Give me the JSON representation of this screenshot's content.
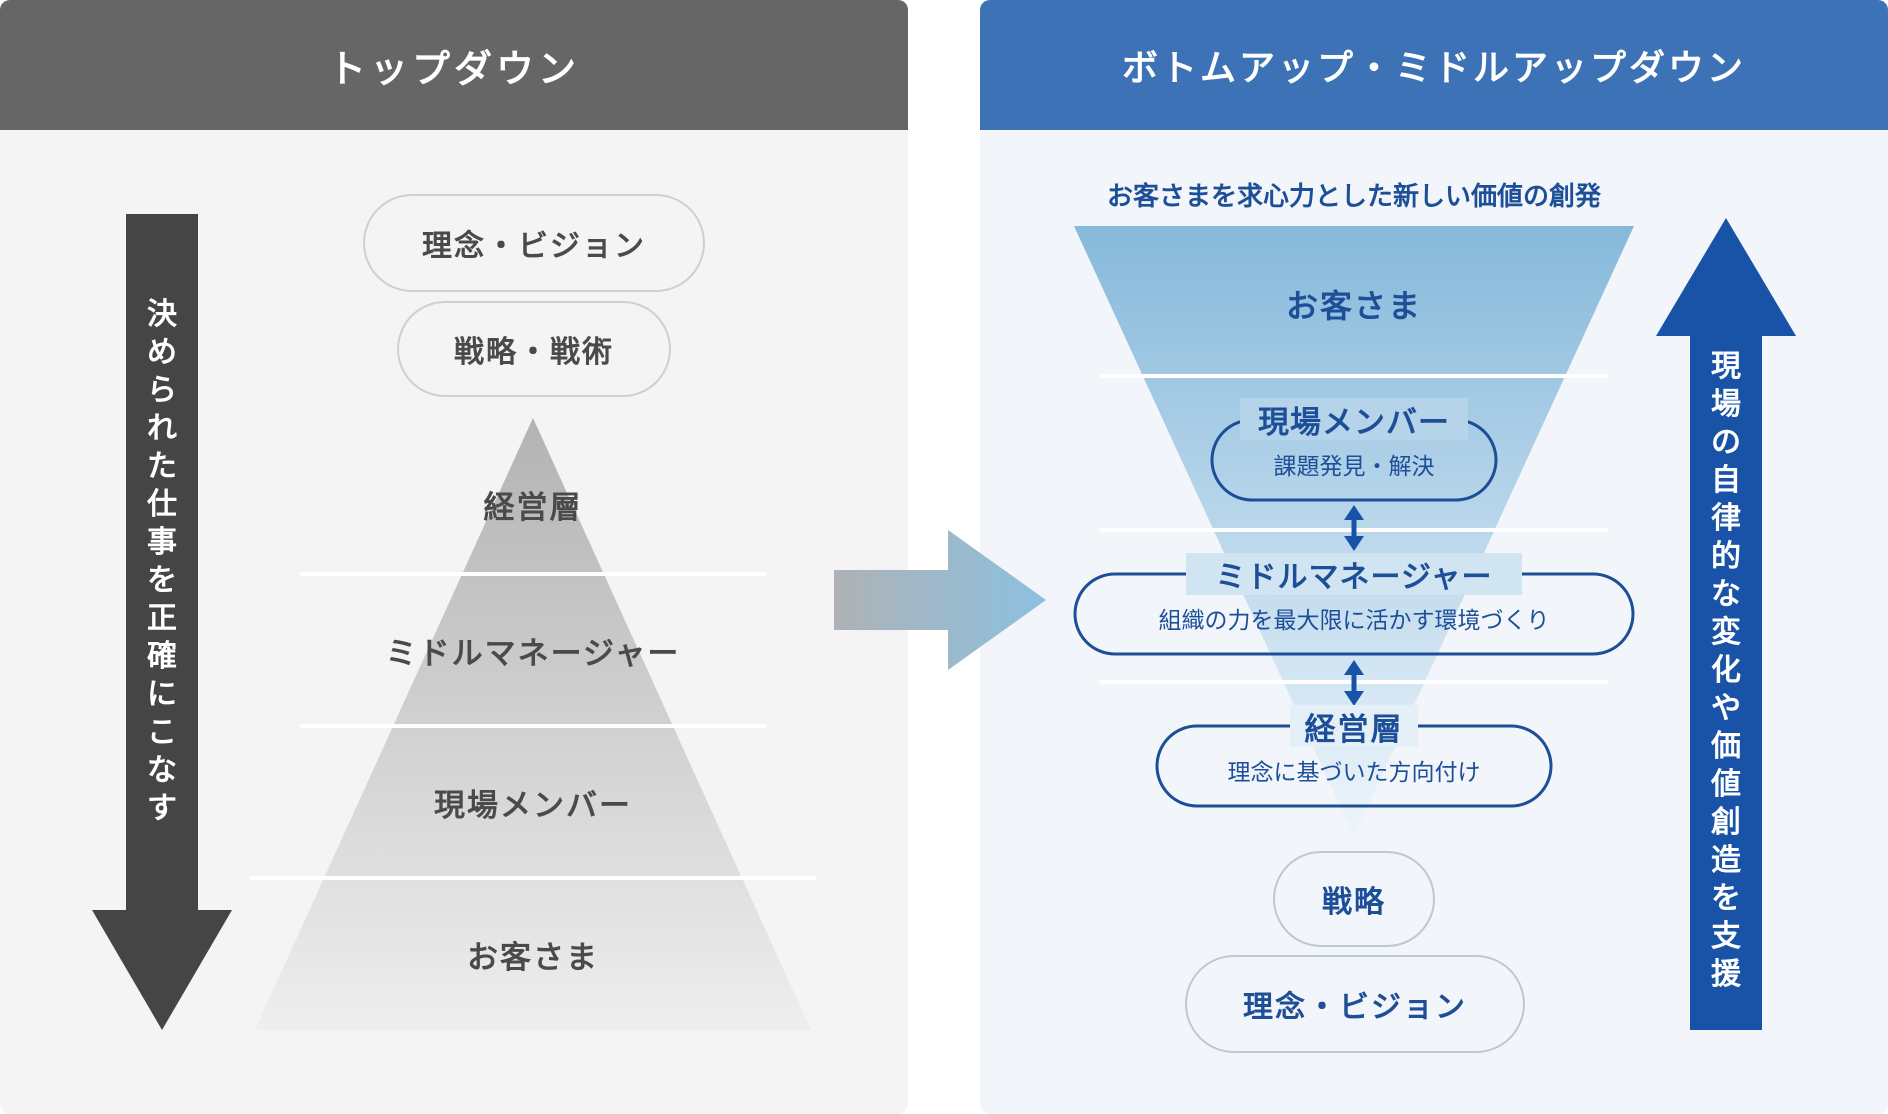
{
  "colors": {
    "left_header_bg": "#666666",
    "right_header_bg": "#3d73b6",
    "panel_bg": "#f4f4f4",
    "panel_bg_right": "#f2f5f9",
    "dark_arrow": "#454545",
    "blue_arrow": "#1953a7",
    "blue_text": "#1d4f98",
    "gray_text": "#4a4a4a"
  },
  "left": {
    "title": "トップダウン",
    "vertical_text": "決められた仕事を正確にこなす",
    "pill_vision": "理念・ビジョン",
    "pill_strategy": "戦略・戦術",
    "pyramid": [
      "経営層",
      "ミドルマネージャー",
      "現場メンバー",
      "お客さま"
    ]
  },
  "right": {
    "title": "ボトムアップ・ミドルアップダウン",
    "caption": "お客さまを求心力とした新しい価値の創発",
    "funnel_top": "お客さま",
    "member_title": "現場メンバー",
    "member_sub": "課題発見・解決",
    "middle_title": "ミドルマネージャー",
    "middle_sub": "組織の力を最大限に活かす環境づくり",
    "exec_title": "経営層",
    "exec_sub": "理念に基づいた方向付け",
    "pill_strategy": "戦略",
    "pill_vision": "理念・ビジョン",
    "vertical_text": "現場の自律的な変化や価値創造を支援"
  }
}
